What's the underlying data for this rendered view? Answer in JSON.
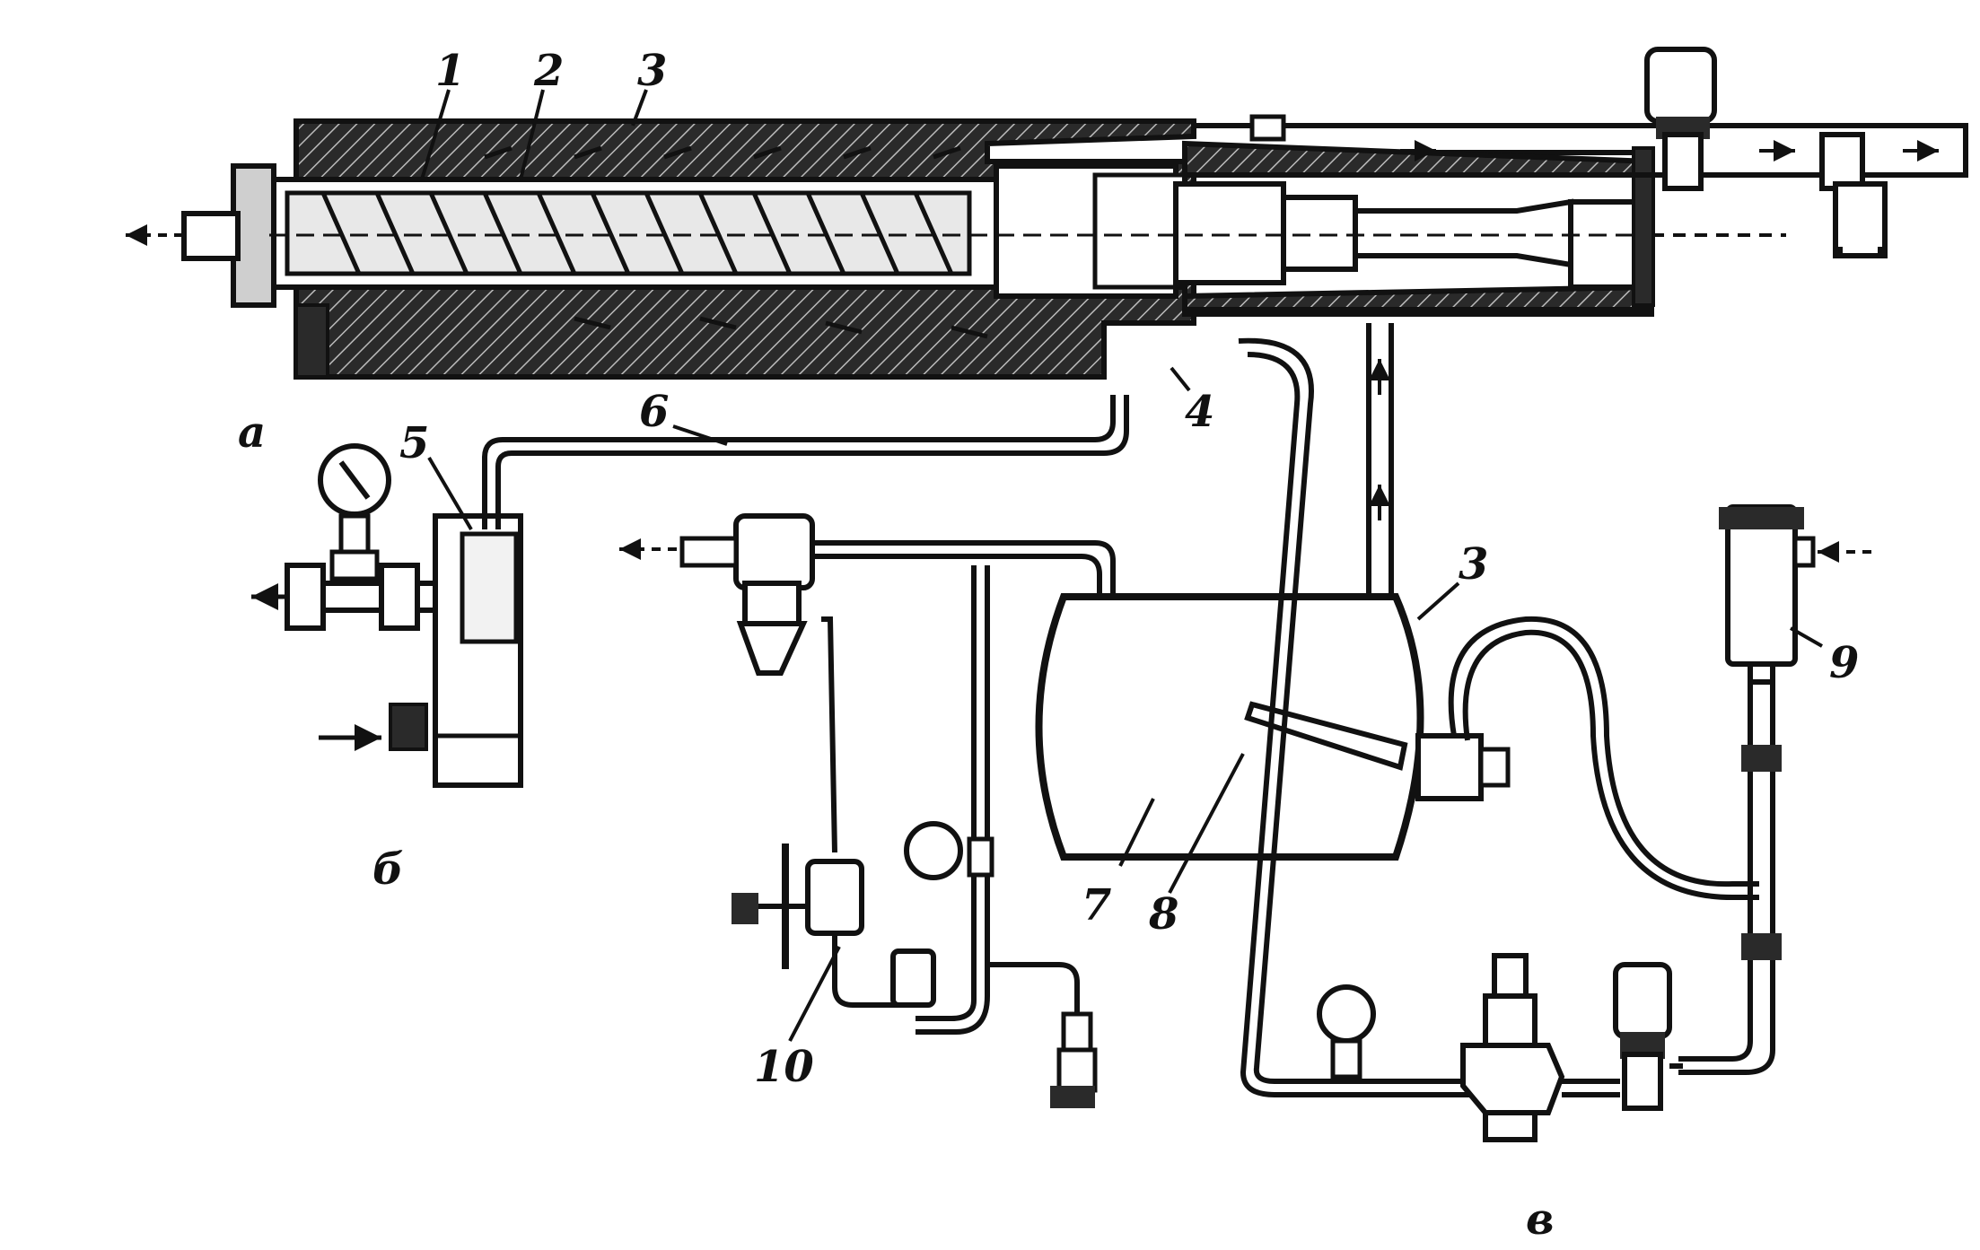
{
  "labels": {
    "l1": "1",
    "l2": "2",
    "l3_top": "3",
    "l3_tank": "3",
    "l4": "4",
    "l5": "5",
    "l6_pipe": "6",
    "l7": "7",
    "l8": "8",
    "l9": "9",
    "l10": "10",
    "sub_a": "a",
    "sub_b": "б",
    "sub_v": "в"
  },
  "colors": {
    "ink": "#111111",
    "background": "#ffffff"
  }
}
